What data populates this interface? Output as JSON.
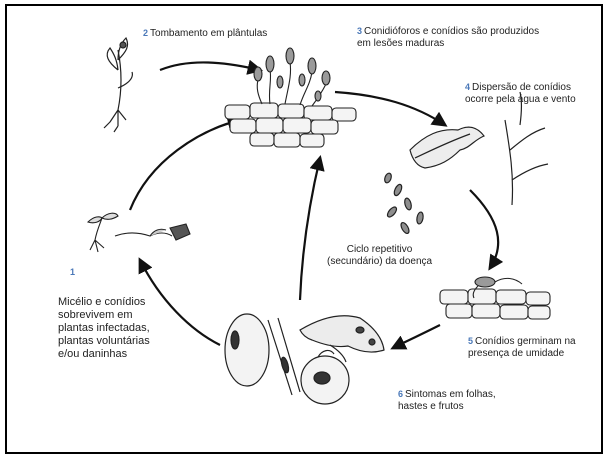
{
  "steps": [
    {
      "num": "2",
      "text": "Tombamento em plântulas"
    },
    {
      "num": "3",
      "text": "Conidióforos e conídios são produzidos\nem lesões maduras"
    },
    {
      "num": "4",
      "text": "Dispersão de  conídios\nocorre pela água e vento"
    },
    {
      "num": "5",
      "text": "Conídios  germinam na\npresença de umidade"
    },
    {
      "num": "6",
      "text": "Sintomas em folhas,\nhastes e frutos"
    },
    {
      "num": "1",
      "text": "Micélio e conídios\nsobrevivem em\nplantas infectadas,\nplantas voluntárias\ne/ou daninhas"
    }
  ],
  "center_label": "Ciclo repetitivo\n(secundário) da doença",
  "colors": {
    "step_number": "#4a78b8",
    "text": "#222222",
    "line": "#1a1a1a"
  }
}
